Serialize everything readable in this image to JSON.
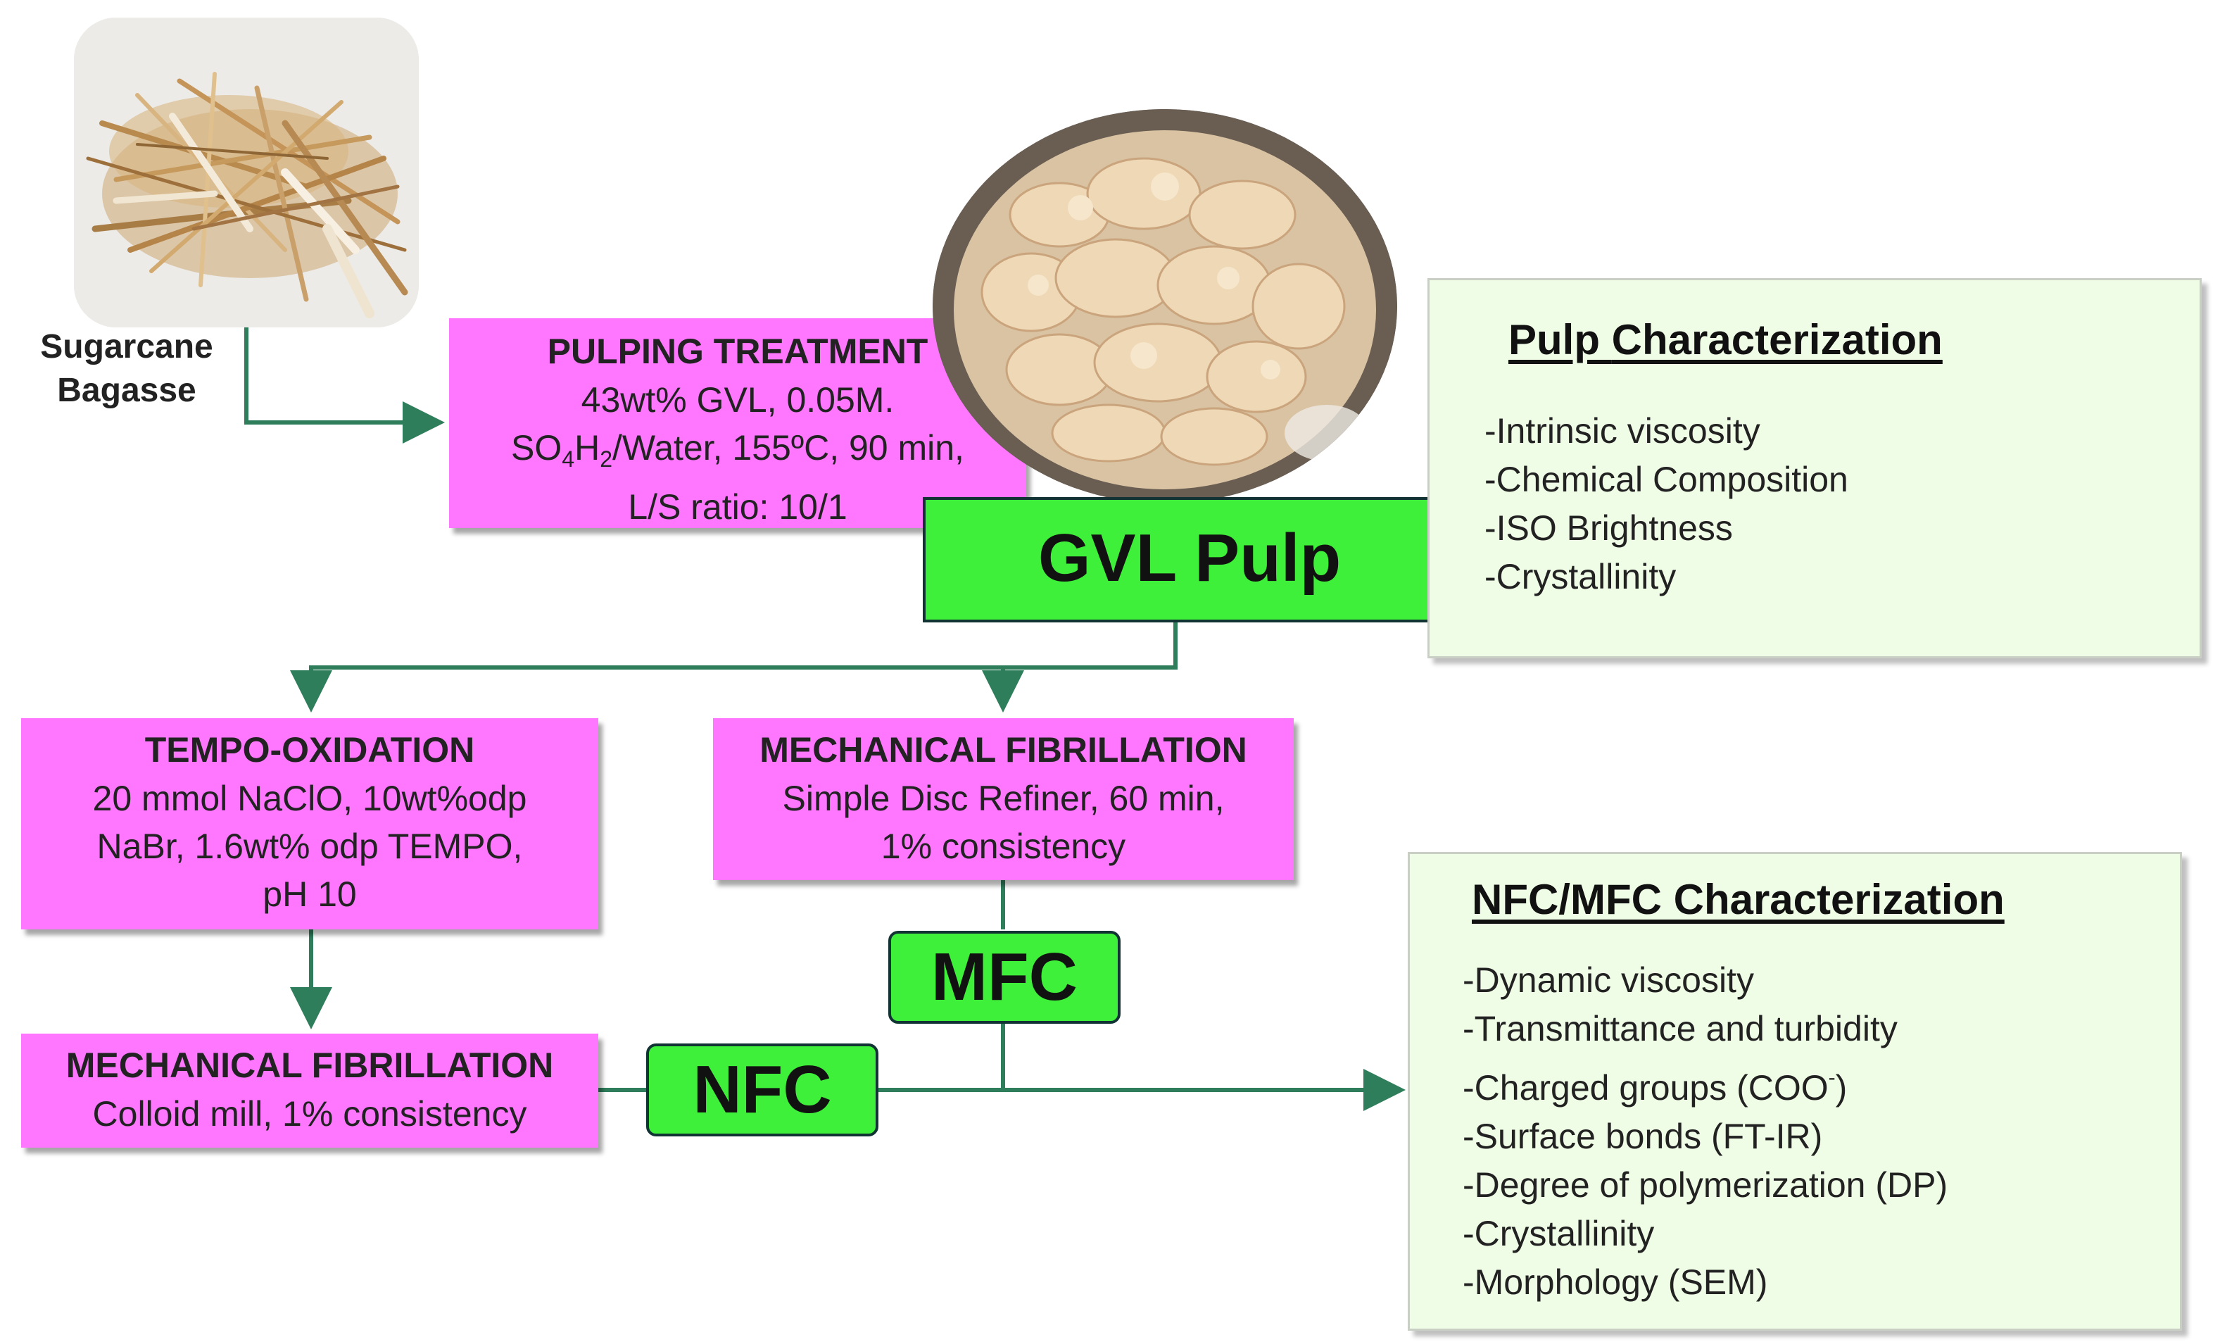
{
  "colors": {
    "process_box": "#ff77ff",
    "product_tag": "#3ff03a",
    "characterization_box": "#f0fde6",
    "arrow": "#2e7d5b"
  },
  "raw_material": {
    "label_line1": "Sugarcane",
    "label_line2": "Bagasse"
  },
  "pulping": {
    "title": "PULPING TREATMENT",
    "line1": "43wt% GVL, 0.05M.",
    "line2_pre": "SO",
    "line2_sub1": "4",
    "line2_mid": "H",
    "line2_sub2": "2",
    "line2_post": "/Water, 155ºC, 90 min,",
    "line3": "L/S ratio: 10/1"
  },
  "gvl_pulp": {
    "label": "GVL Pulp"
  },
  "pulp_characterization": {
    "title_part1": "Pulp",
    "title_part2": "Characterization",
    "items": [
      "-Intrinsic viscosity",
      "-Chemical Composition",
      "-ISO Brightness",
      "-Crystallinity"
    ]
  },
  "tempo": {
    "title": "TEMPO-OXIDATION",
    "lines": [
      "20 mmol NaClO, 10wt%odp",
      "NaBr, 1.6wt% odp TEMPO,",
      "pH 10"
    ]
  },
  "mech_refiner": {
    "title": "MECHANICAL FIBRILLATION",
    "lines": [
      "Simple Disc Refiner, 60 min,",
      "1% consistency"
    ]
  },
  "mech_colloid": {
    "title": "MECHANICAL FIBRILLATION",
    "lines": [
      "Colloid mill, 1% consistency"
    ]
  },
  "mfc": {
    "label": "MFC"
  },
  "nfc": {
    "label": "NFC"
  },
  "nfc_mfc_characterization": {
    "title": "NFC/MFC Characterization",
    "item1": "-Dynamic viscosity",
    "item2": "-Transmittance and turbidity",
    "item3_pre": "-Charged groups (COO",
    "item3_sup": "-",
    "item3_post": ")",
    "item4": "-Surface bonds (FT-IR)",
    "item5": "-Degree of polymerization (DP)",
    "item6": "-Crystallinity",
    "item7": "-Morphology (SEM)"
  }
}
